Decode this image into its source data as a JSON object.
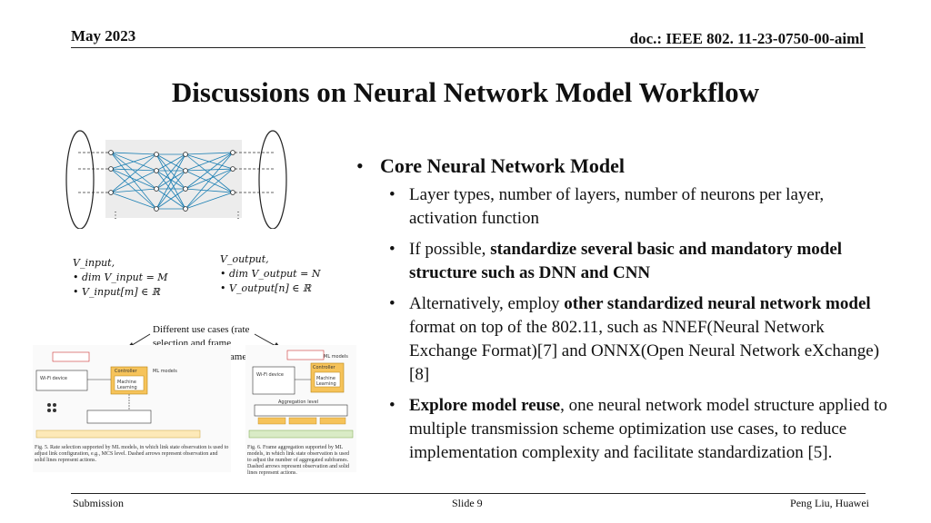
{
  "header": {
    "date": "May 2023",
    "doc": "doc.: IEEE 802. 11-23-0750-00-aiml"
  },
  "title": "Discussions on Neural Network Model Workflow",
  "left_panel": {
    "v_input": {
      "title": "V_input,",
      "line1": "dim V_input = M",
      "line2": "V_input[m] ∈ ℝ"
    },
    "v_output": {
      "title": "V_output,",
      "line1": "dim V_output = N",
      "line2": "V_output[n] ∈ ℝ"
    },
    "caption": "Different use cases (rate selection and frame aggregation) with same inputs [4]",
    "fig5": {
      "device": "Wi-Fi device",
      "controller": "Controller",
      "ml": "Machine Learning",
      "ml_models": "ML models",
      "caption": "Fig. 5. Rate selection supported by ML models, in which link state observation is used to adjust link configuration, e.g., MCS level. Dashed arrows represent observation and solid lines represent actions."
    },
    "fig6": {
      "device": "Wi-Fi device",
      "controller": "Controller",
      "ml": "Machine Learning",
      "ml_models": "ML models",
      "aggregation": "Aggregation level",
      "caption": "Fig. 6. Frame aggregation supported by ML models, in which link state observation is used to adjust the number of aggregated subframes. Dashed arrows represent observation and solid lines represent actions."
    }
  },
  "bullets": {
    "main": "Core Neural Network Model",
    "b1": "Layer types, number of layers, number of neurons per layer, activation function",
    "b2_pre": "If possible, ",
    "b2_bold": "standardize several basic and mandatory model structure such as DNN and CNN",
    "b3_pre": "Alternatively, employ ",
    "b3_bold": "other standardized neural network model",
    "b3_post": " format on top of the 802.11, such as NNEF(Neural Network Exchange Format)[7] and ONNX(Open Neural Network eXchange)[8]",
    "b4_bold": "Explore model reuse",
    "b4_post": ", one neural network model structure applied to multiple transmission scheme optimization use cases, to reduce implementation complexity and facilitate standardization [5]."
  },
  "footer": {
    "left": "Submission",
    "center": "Slide 9",
    "right": "Peng Liu, Huawei"
  }
}
